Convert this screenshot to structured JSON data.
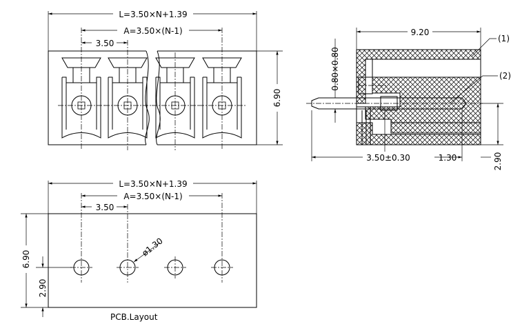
{
  "front_view": {
    "dim_overall": "L=3.50×N+1.39",
    "dim_span": "A=3.50×(N-1)",
    "dim_pitch": "3.50",
    "dim_height": "6.90"
  },
  "side_view": {
    "dim_length": "9.20",
    "dim_pin_section": "0.80×0.80",
    "dim_pin_offset": "3.50±0.30",
    "dim_pin_tail": "1.30",
    "dim_pin_height": "2.90",
    "callout_1": "(1)",
    "callout_2": "(2)"
  },
  "pcb_layout": {
    "dim_overall": "L=3.50×N+1.39",
    "dim_span": "A=3.50×(N-1)",
    "dim_pitch": "3.50",
    "dim_hole": "ø1.30",
    "dim_height": "6.90",
    "dim_hole_height": "2.90",
    "caption": "PCB.Layout"
  }
}
